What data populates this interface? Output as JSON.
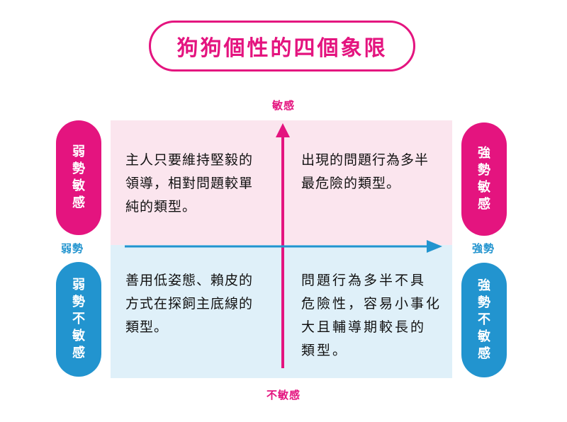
{
  "title": "狗狗個性的四個象限",
  "axes": {
    "top": "敏感",
    "bottom": "不敏感",
    "left": "弱勢",
    "right": "強勢"
  },
  "colors": {
    "pink": "#e4147f",
    "blue": "#2294cf",
    "pink_bg": "#fbe5ee",
    "blue_bg": "#dff0f9"
  },
  "quadrants": {
    "top_left": {
      "tag": [
        "弱",
        "勢",
        "敏",
        "感"
      ],
      "lines": [
        "主人只要維持堅毅的",
        "領導，相對問題較單",
        "純的類型。"
      ]
    },
    "top_right": {
      "tag": [
        "強",
        "勢",
        "敏",
        "感"
      ],
      "lines": [
        "出現的問題行為多半",
        "最危險的類型。"
      ]
    },
    "bottom_left": {
      "tag": [
        "弱",
        "勢",
        "不",
        "敏",
        "感"
      ],
      "lines": [
        "善用低姿態、賴皮的",
        "方式在探飼主底線的",
        "類型。"
      ]
    },
    "bottom_right": {
      "tag": [
        "強",
        "勢",
        "不",
        "敏",
        "感"
      ],
      "lines": [
        "問題行為多半不具",
        "危險性，容易小事化",
        "大且輔導期較長的",
        "類型。"
      ]
    }
  }
}
